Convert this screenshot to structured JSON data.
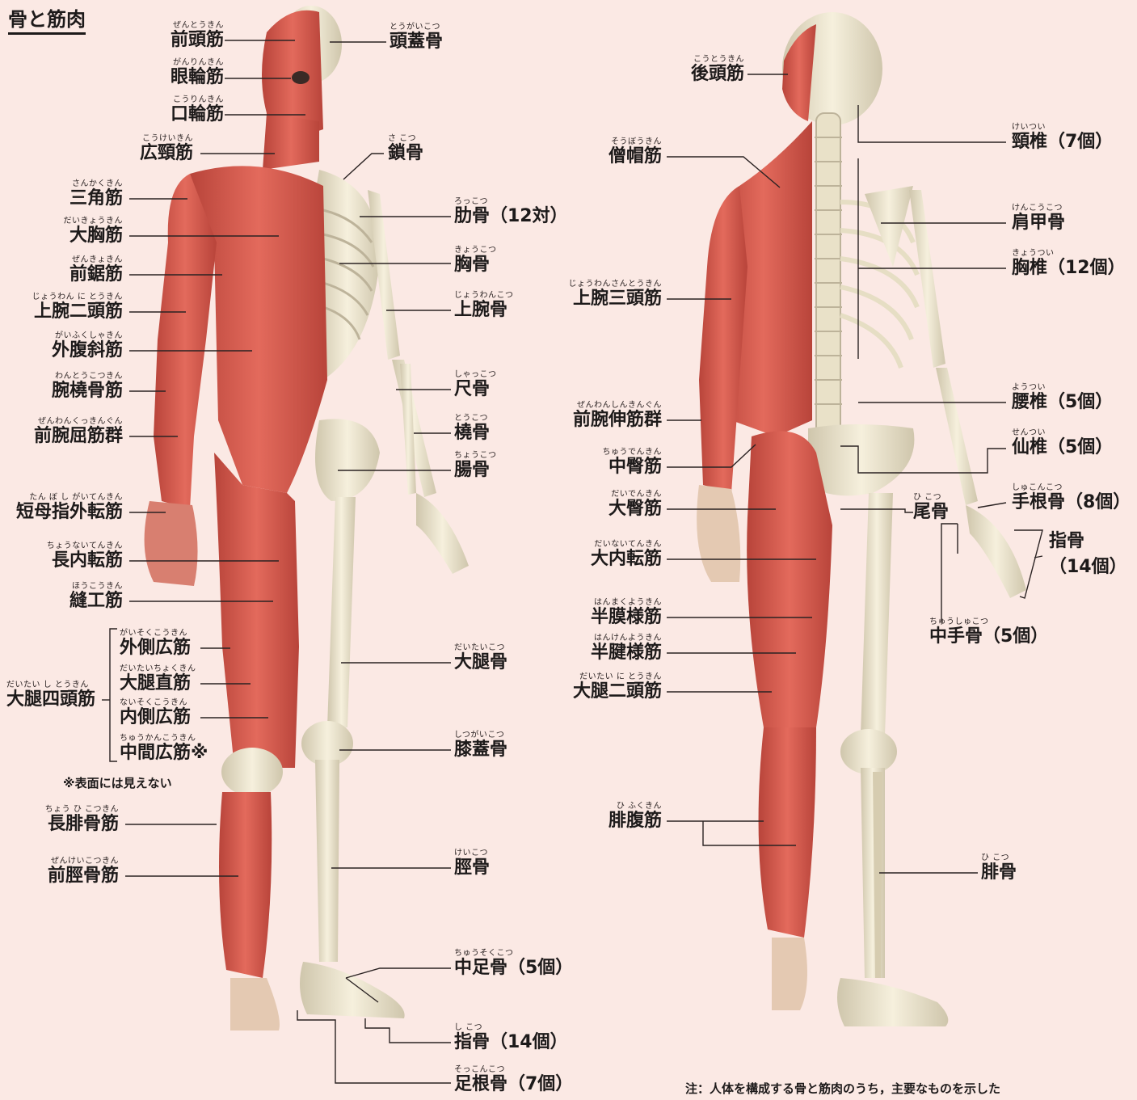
{
  "title": "骨と筋肉",
  "note": "※表面には見えない",
  "footnote": "注：人体を構成する骨と筋肉のうち，主要なものを示した",
  "colors": {
    "background": "#fbe9e4",
    "muscle": "#d8574a",
    "muscle_dark": "#b23d33",
    "bone": "#efe8d2",
    "bone_shade": "#cfc6ac",
    "line": "#2a2222"
  },
  "front_muscles": [
    {
      "ruby": "ぜんとうきん",
      "text": "前頭筋"
    },
    {
      "ruby": "がんりんきん",
      "text": "眼輪筋"
    },
    {
      "ruby": "こうりんきん",
      "text": "口輪筋"
    },
    {
      "ruby": "こうけいきん",
      "text": "広頸筋"
    },
    {
      "ruby": "さんかくきん",
      "text": "三角筋"
    },
    {
      "ruby": "だいきょうきん",
      "text": "大胸筋"
    },
    {
      "ruby": "ぜんきょきん",
      "text": "前鋸筋"
    },
    {
      "ruby": "じょうわん に とうきん",
      "text": "上腕二頭筋"
    },
    {
      "ruby": "がいふくしゃきん",
      "text": "外腹斜筋"
    },
    {
      "ruby": "わんとうこつきん",
      "text": "腕橈骨筋"
    },
    {
      "ruby": "ぜんわんくっきんぐん",
      "text": "前腕屈筋群"
    },
    {
      "ruby": "たん ぼ し がいてんきん",
      "text": "短母指外転筋"
    },
    {
      "ruby": "ちょうないてんきん",
      "text": "長内転筋"
    },
    {
      "ruby": "ほうこうきん",
      "text": "縫工筋"
    },
    {
      "ruby": "ちょう ひ こつきん",
      "text": "長腓骨筋"
    },
    {
      "ruby": "ぜんけいこつきん",
      "text": "前脛骨筋"
    }
  ],
  "quadriceps": {
    "ruby": "だいたい し とうきん",
    "text": "大腿四頭筋",
    "parts": [
      {
        "ruby": "がいそくこうきん",
        "text": "外側広筋"
      },
      {
        "ruby": "だいたいちょくきん",
        "text": "大腿直筋"
      },
      {
        "ruby": "ないそくこうきん",
        "text": "内側広筋"
      },
      {
        "ruby": "ちゅうかんこうきん",
        "text": "中間広筋※"
      }
    ]
  },
  "front_bones": [
    {
      "ruby": "とうがいこつ",
      "text": "頭蓋骨"
    },
    {
      "ruby": "さ こつ",
      "text": "鎖骨"
    },
    {
      "ruby": "ろっこつ",
      "text": "肋骨（12対）"
    },
    {
      "ruby": "きょうこつ",
      "text": "胸骨"
    },
    {
      "ruby": "じょうわんこつ",
      "text": "上腕骨"
    },
    {
      "ruby": "しゃっこつ",
      "text": "尺骨"
    },
    {
      "ruby": "とうこつ",
      "text": "橈骨"
    },
    {
      "ruby": "ちょうこつ",
      "text": "腸骨"
    },
    {
      "ruby": "だいたいこつ",
      "text": "大腿骨"
    },
    {
      "ruby": "しつがいこつ",
      "text": "膝蓋骨"
    },
    {
      "ruby": "けいこつ",
      "text": "脛骨"
    },
    {
      "ruby": "ちゅうそくこつ",
      "text": "中足骨（5個）"
    },
    {
      "ruby": "し こつ",
      "text": "指骨（14個）"
    },
    {
      "ruby": "そっこんこつ",
      "text": "足根骨（7個）"
    }
  ],
  "back_muscles": [
    {
      "ruby": "こうとうきん",
      "text": "後頭筋"
    },
    {
      "ruby": "そうぼうきん",
      "text": "僧帽筋"
    },
    {
      "ruby": "じょうわんさんとうきん",
      "text": "上腕三頭筋"
    },
    {
      "ruby": "ぜんわんしんきんぐん",
      "text": "前腕伸筋群"
    },
    {
      "ruby": "ちゅうでんきん",
      "text": "中臀筋"
    },
    {
      "ruby": "だいでんきん",
      "text": "大臀筋"
    },
    {
      "ruby": "だいないてんきん",
      "text": "大内転筋"
    },
    {
      "ruby": "はんまくようきん",
      "text": "半膜様筋"
    },
    {
      "ruby": "はんけんようきん",
      "text": "半腱様筋"
    },
    {
      "ruby": "だいたい に とうきん",
      "text": "大腿二頭筋"
    },
    {
      "ruby": "ひ ふくきん",
      "text": "腓腹筋"
    }
  ],
  "back_bones": [
    {
      "ruby": "けいつい",
      "text": "頸椎（7個）"
    },
    {
      "ruby": "けんこうこつ",
      "text": "肩甲骨"
    },
    {
      "ruby": "きょうつい",
      "text": "胸椎（12個）"
    },
    {
      "ruby": "ようつい",
      "text": "腰椎（5個）"
    },
    {
      "ruby": "せんつい",
      "text": "仙椎（5個）"
    },
    {
      "ruby": "しゅこんこつ",
      "text": "手根骨（8個）"
    },
    {
      "ruby": "",
      "text": "指骨"
    },
    {
      "ruby": "",
      "text": "（14個）"
    },
    {
      "ruby": "ちゅうしゅこつ",
      "text": "中手骨（5個）"
    },
    {
      "ruby": "ひ こつ",
      "text": "尾骨"
    },
    {
      "ruby": "ひ こつ",
      "text": "腓骨"
    }
  ]
}
